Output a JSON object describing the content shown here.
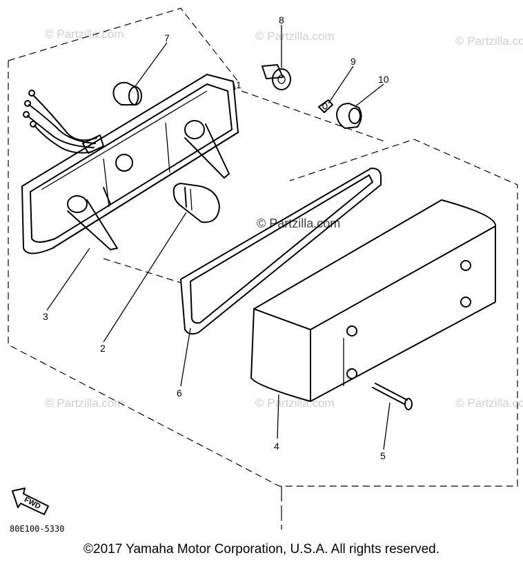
{
  "watermark": "© Partzilla.com",
  "diagram_code": "80E100-5330",
  "direction_label": "FWD",
  "copyright": "©2017  Yamaha Motor Corporation, U.S.A. All rights reserved.",
  "callouts": [
    "1",
    "2",
    "3",
    "4",
    "5",
    "6",
    "7",
    "8",
    "9",
    "10"
  ]
}
